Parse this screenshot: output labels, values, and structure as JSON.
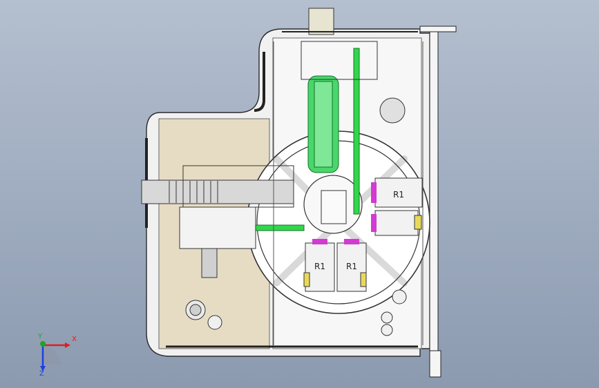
{
  "viewport": {
    "background_top": "#b4bfcf",
    "background_bottom": "#8c9ab0"
  },
  "model": {
    "labels": {
      "slot_top_right": "R1",
      "slot_bottom_left": "R1",
      "slot_bottom_right": "R1"
    },
    "colors": {
      "panel_fill": "#e6dcc4",
      "frame_fill": "#f1f1f1",
      "wheel_fill": "#ffffff",
      "accent_green": "#2fd84a",
      "accent_magenta": "#d23ad2",
      "accent_yellow": "#e9d95a",
      "line": "#2b2b2b"
    }
  },
  "triad": {
    "x_label": "X",
    "y_label": "Y",
    "z_label": "Z",
    "colors": {
      "x": "#e01e1e",
      "y": "#1fa51f",
      "z": "#1f3fe0"
    }
  }
}
